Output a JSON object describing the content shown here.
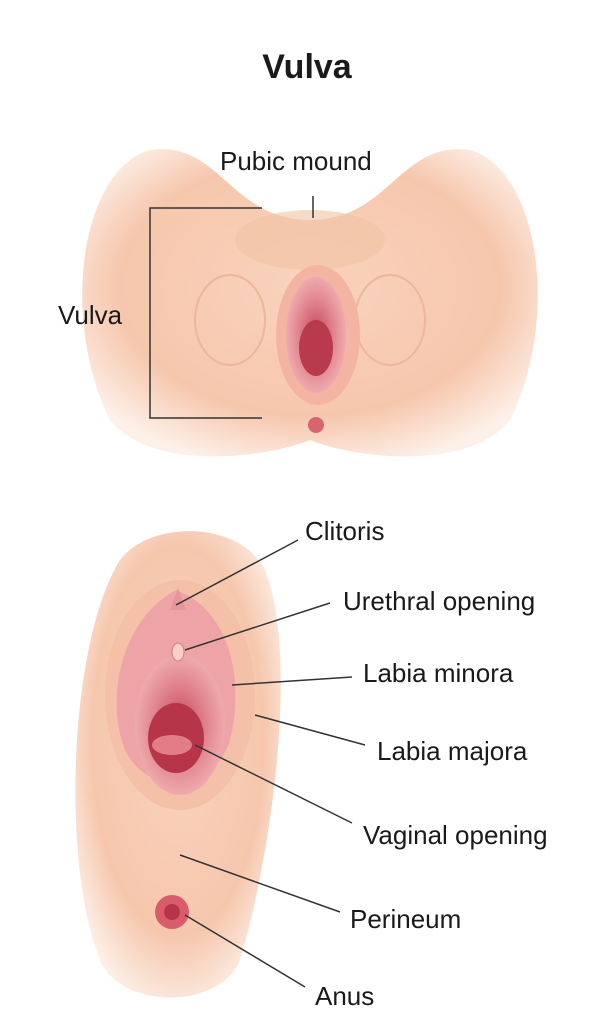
{
  "title": "Vulva",
  "top_view": {
    "labels": {
      "pubic_mound": "Pubic mound",
      "vulva": "Vulva"
    }
  },
  "detail_view": {
    "labels": {
      "clitoris": "Clitoris",
      "urethral_opening": "Urethral opening",
      "labia_minora": "Labia minora",
      "labia_majora": "Labia majora",
      "vaginal_opening": "Vaginal opening",
      "perineum": "Perineum",
      "anus": "Anus"
    }
  },
  "colors": {
    "skin": "#f9d9c6",
    "skin_dark": "#f1b89c",
    "tissue": "#e68a92",
    "tissue_dark": "#c9485a",
    "line": "#333333"
  }
}
